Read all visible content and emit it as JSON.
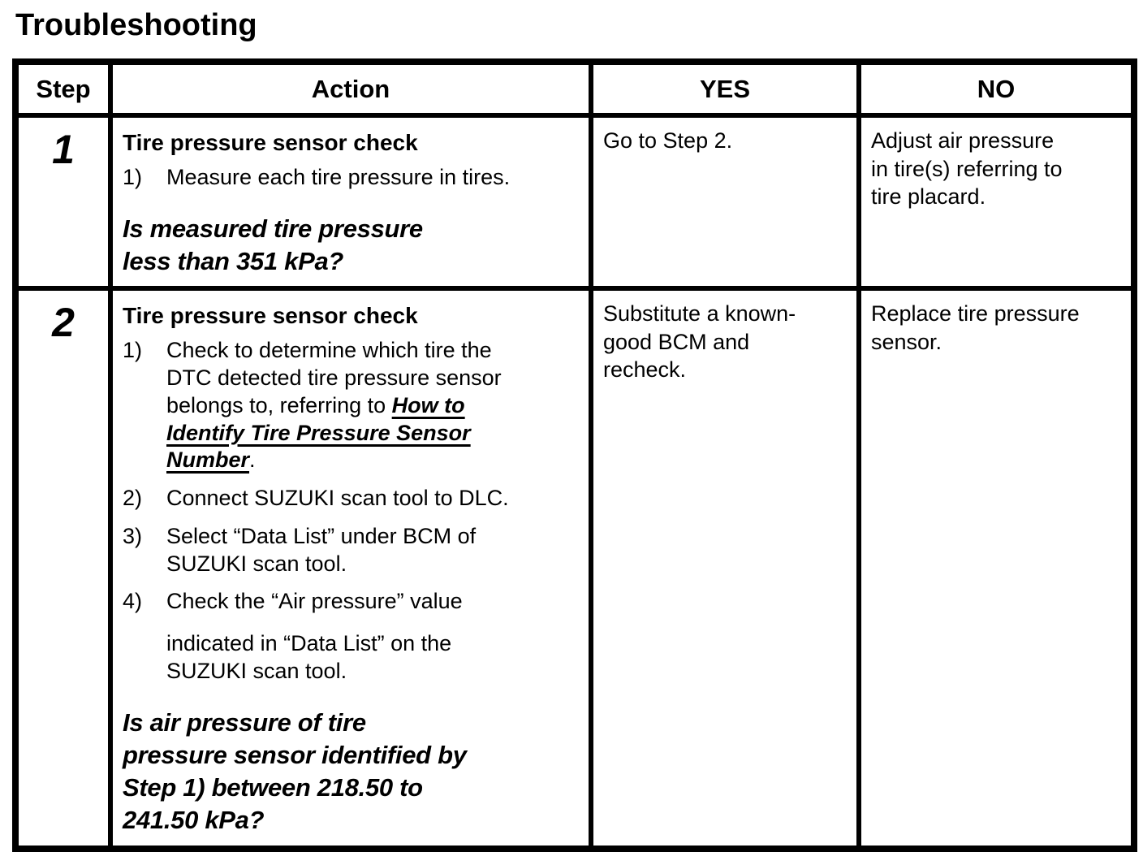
{
  "page_title": "Troubleshooting",
  "colors": {
    "text": "#000000",
    "background": "#ffffff",
    "border": "#000000"
  },
  "table": {
    "headers": {
      "step": "Step",
      "action": "Action",
      "yes": "YES",
      "no": "NO"
    },
    "rows": [
      {
        "step": "1",
        "action_title": "Tire pressure sensor check",
        "items": [
          {
            "num": "1)",
            "text": "Measure each tire pressure in tires."
          }
        ],
        "question": "Is measured tire pressure\nless than 351 kPa?",
        "yes": "Go to Step 2.",
        "no": "Adjust air pressure\nin tire(s) referring to\ntire placard."
      },
      {
        "step": "2",
        "action_title": "Tire pressure sensor check",
        "items": [
          {
            "num": "1)",
            "text": "Check to determine which tire the\nDTC detected tire pressure sensor\nbelongs to, referring to ",
            "link": "How to\nIdentify Tire Pressure Sensor\nNumber",
            "after": "."
          },
          {
            "num": "2)",
            "text": "Connect SUZUKI scan tool to DLC."
          },
          {
            "num": "3)",
            "text": "Select “Data List” under BCM of\nSUZUKI scan tool."
          },
          {
            "num": "4)",
            "text": "Check the “Air pressure” value",
            "text2": "indicated in “Data List” on the\nSUZUKI scan tool."
          }
        ],
        "question": "Is air pressure of tire\npressure sensor identified by\nStep 1) between 218.50 to\n241.50 kPa?",
        "yes": "Substitute a known-\ngood BCM and\nrecheck.",
        "no": "Replace tire pressure\nsensor."
      }
    ]
  }
}
